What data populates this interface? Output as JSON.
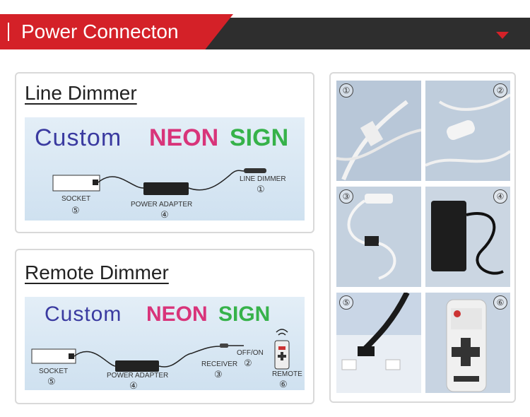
{
  "header": {
    "title": "Power Connecton"
  },
  "line_panel": {
    "title": "Line Dimmer",
    "sign": {
      "word1": "Custom",
      "word2": "NEON",
      "word3": "SIGN"
    },
    "labels": {
      "socket": "SOCKET",
      "socket_num": "⑤",
      "adapter": "POWER ADAPTER",
      "adapter_num": "④",
      "dimmer": "LINE DIMMER",
      "dimmer_num": "①"
    }
  },
  "remote_panel": {
    "title": "Remote Dimmer",
    "sign": {
      "word1": "Custom",
      "word2": "NEON",
      "word3": "SIGN"
    },
    "labels": {
      "socket": "SOCKET",
      "socket_num": "⑤",
      "adapter": "POWER ADAPTER",
      "adapter_num": "④",
      "receiver": "RECEIVER",
      "receiver_num": "③",
      "onoff": "OFF/ON",
      "onoff_num": "②",
      "remote": "REMOTE",
      "remote_num": "⑥"
    }
  },
  "photos": [
    {
      "num": "①",
      "name": "line-dimmer-cable"
    },
    {
      "num": "②",
      "name": "switch-cable"
    },
    {
      "num": "③",
      "name": "receiver"
    },
    {
      "num": "④",
      "name": "power-adapter"
    },
    {
      "num": "⑤",
      "name": "wall-socket"
    },
    {
      "num": "⑥",
      "name": "remote-control"
    }
  ],
  "colors": {
    "accent": "#d42128",
    "header_bg": "#2e2e2e",
    "neon_custom": "#3a3aa0"
  }
}
